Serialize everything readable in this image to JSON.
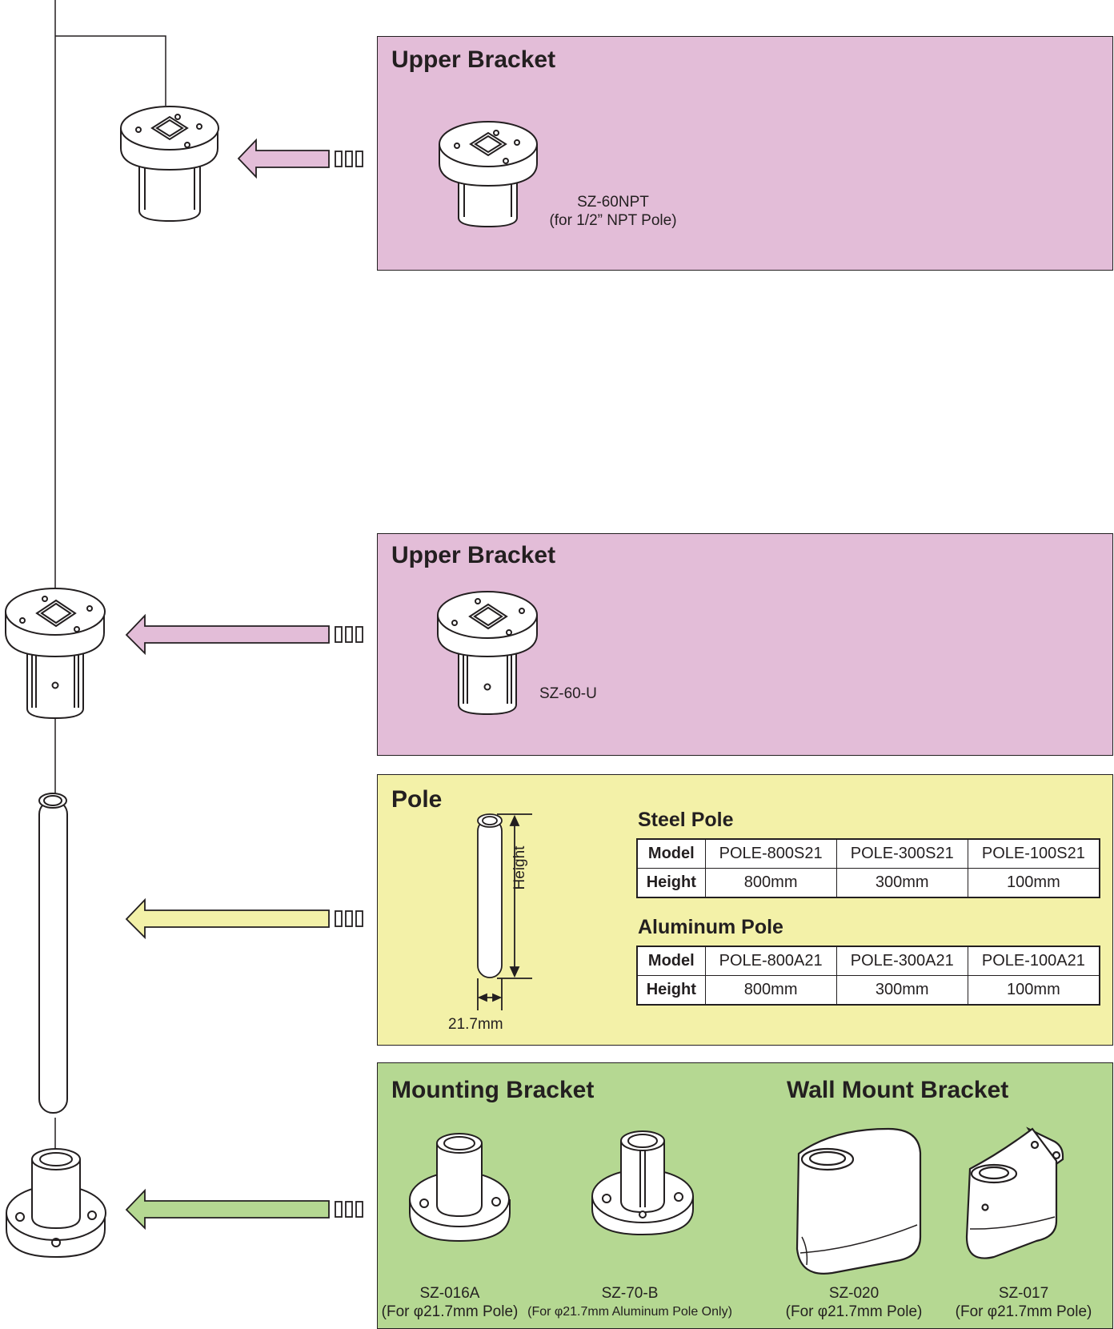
{
  "colors": {
    "pink": "#e3bdd8",
    "yellow": "#f3f1a8",
    "green": "#b5d892",
    "line": "#231f20"
  },
  "upper_bracket_1": {
    "title": "Upper Bracket",
    "model": "SZ-60NPT",
    "note": "(for 1/2” NPT Pole)",
    "icon": "upper-bracket-npt-icon"
  },
  "upper_bracket_2": {
    "title": "Upper Bracket",
    "model": "SZ-60-U",
    "icon": "upper-bracket-u-icon"
  },
  "pole": {
    "title": "Pole",
    "height_label": "Height",
    "diameter_label": "21.7mm",
    "steel": {
      "title": "Steel Pole",
      "row_model": "Model",
      "row_height": "Height",
      "models": [
        "POLE-800S21",
        "POLE-300S21",
        "POLE-100S21"
      ],
      "heights": [
        "800mm",
        "300mm",
        "100mm"
      ]
    },
    "aluminum": {
      "title": "Aluminum Pole",
      "row_model": "Model",
      "row_height": "Height",
      "models": [
        "POLE-800A21",
        "POLE-300A21",
        "POLE-100A21"
      ],
      "heights": [
        "800mm",
        "300mm",
        "100mm"
      ]
    }
  },
  "mounting": {
    "title": "Mounting Bracket",
    "items": [
      {
        "model": "SZ-016A",
        "note": "(For φ21.7mm Pole)"
      },
      {
        "model": "SZ-70-B",
        "note": "(For φ21.7mm Aluminum Pole Only)"
      }
    ]
  },
  "wall": {
    "title": "Wall Mount Bracket",
    "items": [
      {
        "model": "SZ-020",
        "note": "(For φ21.7mm Pole)"
      },
      {
        "model": "SZ-017",
        "note": "(For φ21.7mm Pole)"
      }
    ]
  }
}
